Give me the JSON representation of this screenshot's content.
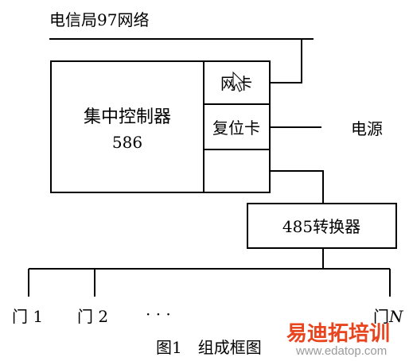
{
  "network_label": "电信局97网络",
  "controller": {
    "name": "集中控制器",
    "model": "586"
  },
  "cards": {
    "net_card": "网卡",
    "reset_card": "复位卡"
  },
  "power_label": "电源",
  "converter_label": "485转换器",
  "doors": {
    "door1": "门 1",
    "door2": "门 2",
    "ellipsis": "· · ·",
    "doorN_prefix": "门",
    "doorN_suffix": "N"
  },
  "caption": "图1　组成框图",
  "watermark": {
    "brand": "易迪拓培训",
    "url": "www.edatop.com"
  },
  "colors": {
    "line": "#000000",
    "brand": "#e8451e",
    "url": "#9a9a9a"
  }
}
